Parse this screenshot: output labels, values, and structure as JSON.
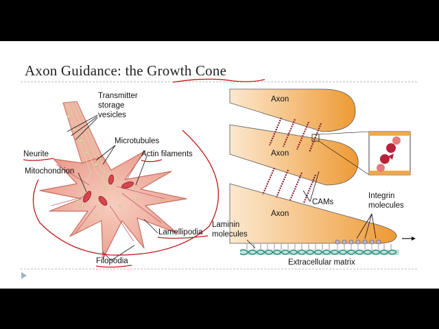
{
  "slide": {
    "title_prefix": "Axon Guidance: the ",
    "title_emphasis": "Growth Cone"
  },
  "left_figure": {
    "labels": {
      "vesicles_line1": "Transmitter",
      "vesicles_line2": "storage",
      "vesicles_line3": "vesicles",
      "neurite": "Neurite",
      "microtubules": "Microtubules",
      "actin": "Actin filaments",
      "mitochondrion": "Mitochondrion",
      "lamellipodia": "Lamellipodia",
      "filopodia": "Filopodia"
    }
  },
  "right_figure": {
    "labels": {
      "axon_1": "Axon",
      "axon_2": "Axon",
      "axon_3": "Axon",
      "cams": "CAMs",
      "integrin_line1": "Integrin",
      "integrin_line2": "molecules",
      "laminin_line1": "Laminin",
      "laminin_line2": "molecules",
      "ecm": "Extracellular matrix"
    }
  },
  "colors": {
    "annotation_ink": "#c01a1a",
    "axon_fill": "#f0a84a",
    "growth_cone_fill": "#f2b3a6",
    "cam_color": "#8a1c2c",
    "ecm_color": "#2e8b7a"
  }
}
